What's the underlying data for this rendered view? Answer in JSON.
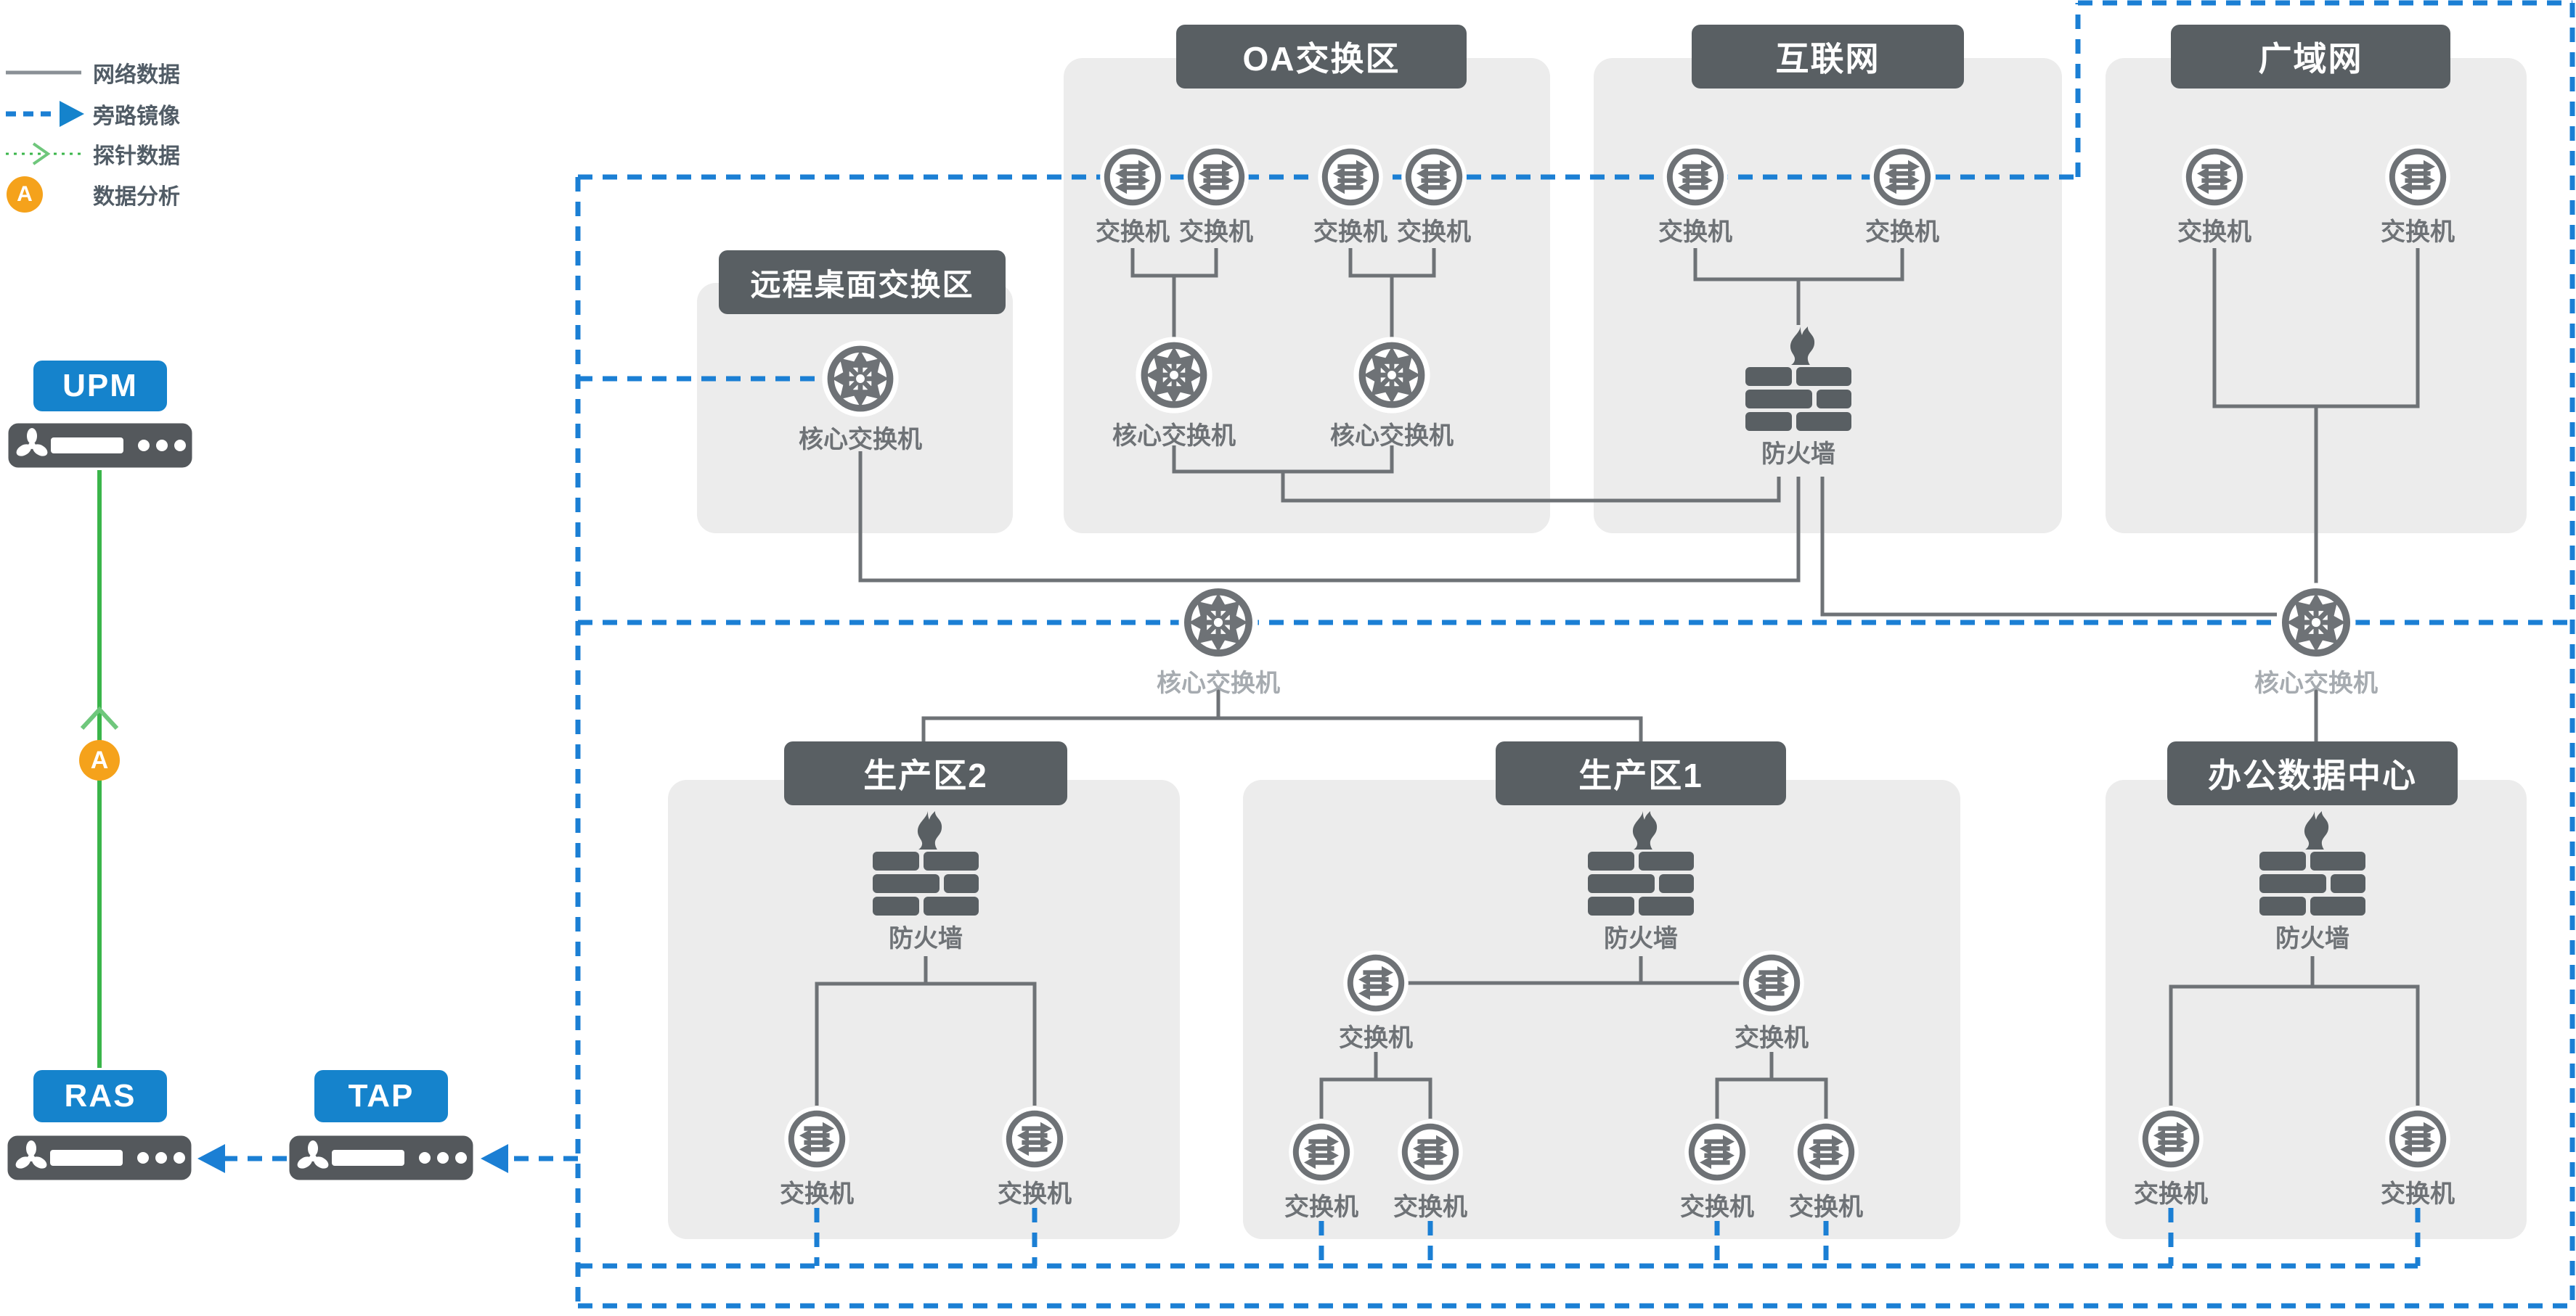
{
  "legend": {
    "network_data": "网络数据",
    "bypass_mirror": "旁路镜像",
    "probe_data": "探针数据",
    "data_analysis": "数据分析",
    "analysis_badge": "A"
  },
  "devices": {
    "upm": "UPM",
    "ras": "RAS",
    "tap": "TAP",
    "analysis_badge": "A"
  },
  "labels": {
    "switch": "交换机",
    "core_switch": "核心交换机",
    "firewall": "防火墙"
  },
  "zones": {
    "remote_desktop": "远程桌面交换区",
    "oa": "OA交换区",
    "internet": "互联网",
    "wan": "广域网",
    "prod2": "生产区2",
    "prod1": "生产区1",
    "office_dc": "办公数据中心"
  },
  "colors": {
    "mirror_blue": "#1b7fd4",
    "probe_green": "#3ab54a",
    "analysis_orange": "#f5a21b",
    "line_gray": "#6e7276",
    "panel_gray": "#ececec",
    "badge_gray": "#595f63",
    "device_blue": "#1583cc"
  }
}
